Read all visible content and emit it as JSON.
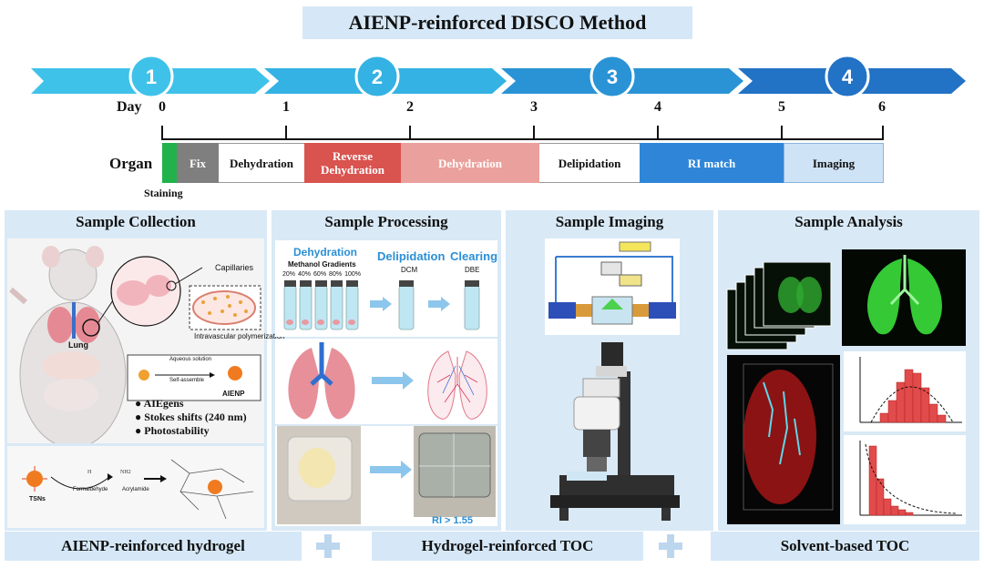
{
  "title": "AIENP-reinforced DISCO Method",
  "steps": [
    "1",
    "2",
    "3",
    "4"
  ],
  "timeline": {
    "day_label": "Day",
    "days": [
      "0",
      "1",
      "2",
      "3",
      "4",
      "5",
      "6"
    ],
    "organ_label": "Organ",
    "staining_label": "Staining",
    "segments": [
      {
        "label": "Fix",
        "color": "#7f7f7f",
        "text_color": "#ffffff"
      },
      {
        "label": "Dehydration",
        "color": "#ffffff",
        "text_color": "#111111"
      },
      {
        "label": "Reverse Dehydration",
        "color": "#d9534f",
        "text_color": "#ffffff"
      },
      {
        "label": "Dehydration",
        "color": "#eaa09c",
        "text_color": "#ffffff"
      },
      {
        "label": "Delipidation",
        "color": "#ffffff",
        "text_color": "#111111"
      },
      {
        "label": "RI match",
        "color": "#2f86d8",
        "text_color": "#ffffff"
      },
      {
        "label": "Imaging",
        "color": "#cfe3f6",
        "text_color": "#111111"
      }
    ]
  },
  "panels": {
    "collection": {
      "title": "Sample Collection",
      "capillaries": "Capillaries",
      "lung": "Lung",
      "intravascular": "Intravascular polymerization",
      "aienp_label": "AIENP",
      "aqueous_solution": "Aqueous solution",
      "self_assemble": "Self-assemble",
      "bullets": [
        "AIEgens",
        "Stokes shifts (240 nm)",
        "Photostability"
      ],
      "tsns": "TSNs",
      "formaldehyde": "Formaldehyde",
      "acrylamide": "Acrylamide"
    },
    "processing": {
      "title": "Sample Processing",
      "dehydration": "Dehydration",
      "methanol_gradients": "Methanol Gradients",
      "percents": [
        "20%",
        "40%",
        "60%",
        "80%",
        "100%"
      ],
      "delipidation": "Delipidation",
      "dcm": "DCM",
      "clearing": "Clearing",
      "dbe": "DBE",
      "ri": "RI > 1.55"
    },
    "imaging": {
      "title": "Sample Imaging"
    },
    "analysis": {
      "title": "Sample Analysis"
    }
  },
  "bottom": {
    "left": "AIENP-reinforced hydrogel",
    "middle": "Hydrogel-reinforced TOC",
    "right": "Solvent-based TOC"
  },
  "colors": {
    "arrow_light": "#35bde8",
    "arrow_mid": "#2a9bd8",
    "arrow_dark": "#1e6fc4",
    "panel_bg": "#d9e9f6",
    "staining_green": "#22b24c"
  }
}
